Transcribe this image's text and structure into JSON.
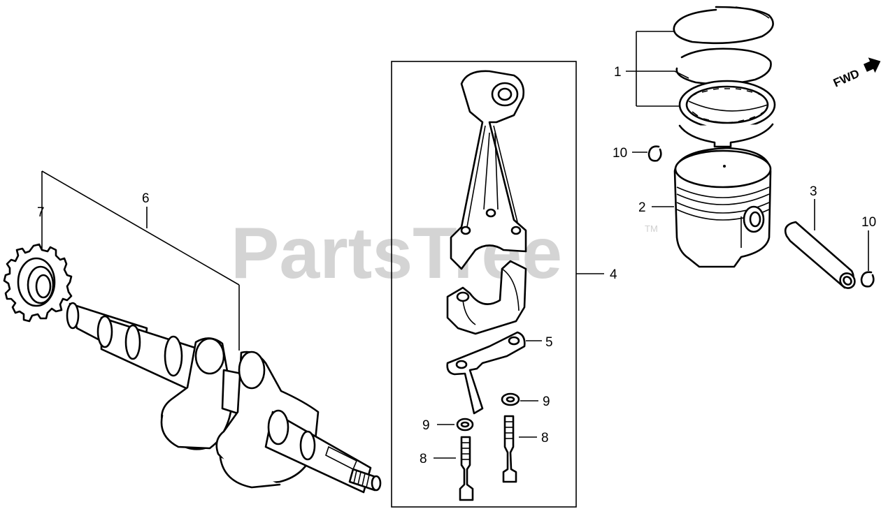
{
  "watermark": {
    "text": "PartsTree",
    "trademark": "TM"
  },
  "direction_indicator": {
    "label": "FWD"
  },
  "callouts": {
    "c1": "1",
    "c2": "2",
    "c3": "3",
    "c4": "4",
    "c5": "5",
    "c6": "6",
    "c7": "7",
    "c8a": "8",
    "c8b": "8",
    "c9a": "9",
    "c9b": "9",
    "c10a": "10",
    "c10b": "10"
  }
}
